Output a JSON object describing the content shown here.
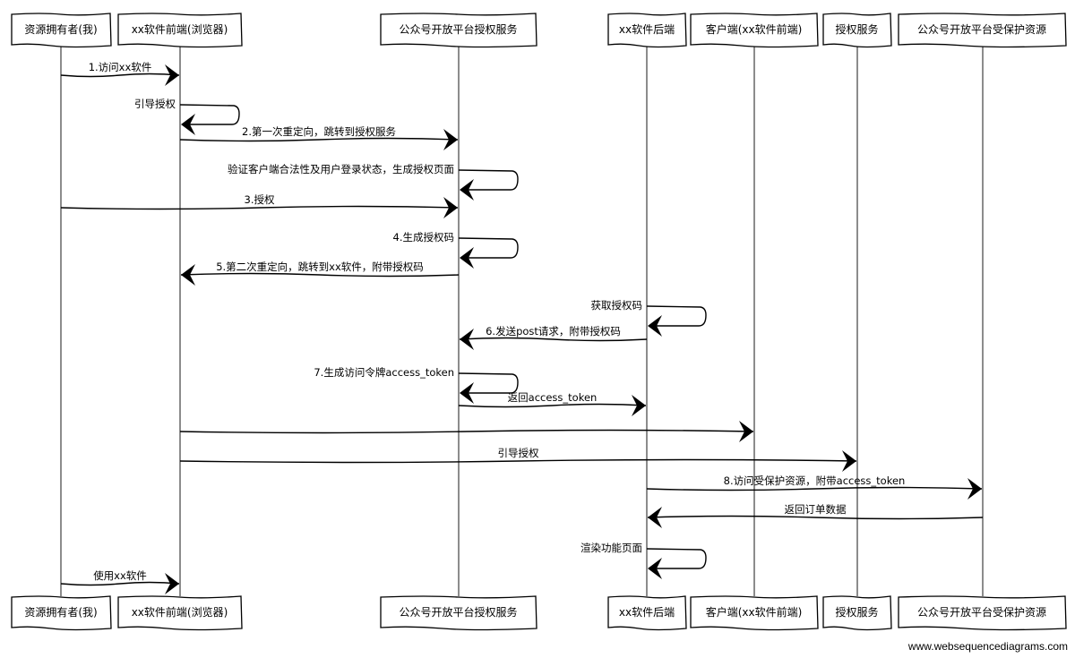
{
  "diagram": {
    "type": "sequence",
    "participants": [
      {
        "id": "owner",
        "label": "资源拥有者(我)"
      },
      {
        "id": "frontend",
        "label": "xx软件前端(浏览器)"
      },
      {
        "id": "auth_platform",
        "label": "公众号开放平台授权服务"
      },
      {
        "id": "backend",
        "label": "xx软件后端"
      },
      {
        "id": "client",
        "label": "客户端(xx软件前端)"
      },
      {
        "id": "auth_service",
        "label": "授权服务"
      },
      {
        "id": "resource",
        "label": "公众号开放平台受保护资源"
      }
    ],
    "messages": [
      {
        "from": "owner",
        "to": "frontend",
        "label": "1.访问xx软件"
      },
      {
        "from": "frontend",
        "to": "frontend",
        "label": "引导授权"
      },
      {
        "from": "frontend",
        "to": "auth_platform",
        "label": "2.第一次重定向，跳转到授权服务"
      },
      {
        "from": "auth_platform",
        "to": "auth_platform",
        "label": "验证客户端合法性及用户登录状态，生成授权页面"
      },
      {
        "from": "owner",
        "to": "auth_platform",
        "label": "3.授权"
      },
      {
        "from": "auth_platform",
        "to": "auth_platform",
        "label": "4.生成授权码"
      },
      {
        "from": "auth_platform",
        "to": "frontend",
        "label": "5.第二次重定向，跳转到xx软件，附带授权码"
      },
      {
        "from": "backend",
        "to": "backend",
        "label": "获取授权码"
      },
      {
        "from": "backend",
        "to": "auth_platform",
        "label": "6.发送post请求，附带授权码"
      },
      {
        "from": "auth_platform",
        "to": "auth_platform",
        "label": "7.生成访问令牌access_token"
      },
      {
        "from": "auth_platform",
        "to": "backend",
        "label": "返回access_token"
      },
      {
        "from": "frontend",
        "to": "client",
        "label": ""
      },
      {
        "from": "frontend",
        "to": "auth_service",
        "label": "引导授权"
      },
      {
        "from": "backend",
        "to": "resource",
        "label": "8.访问受保护资源，附带access_token"
      },
      {
        "from": "resource",
        "to": "backend",
        "label": "返回订单数据"
      },
      {
        "from": "backend",
        "to": "backend",
        "label": "渲染功能页面"
      },
      {
        "from": "owner",
        "to": "frontend",
        "label": "使用xx软件"
      }
    ]
  },
  "watermark": "www.websequencediagrams.com"
}
